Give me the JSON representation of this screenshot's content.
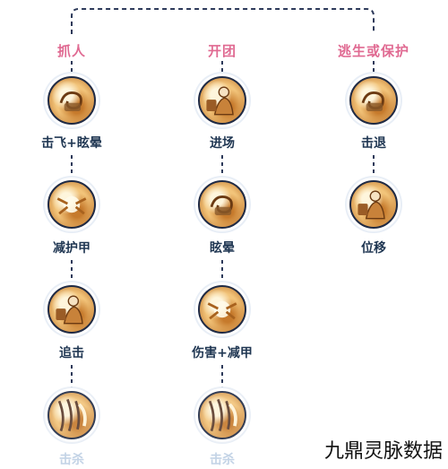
{
  "columns": [
    {
      "header": "抓人",
      "nodes": [
        {
          "label": "击飞+眩晕",
          "icon": "swirl-fist-skill-icon",
          "faded": false
        },
        {
          "label": "减护甲",
          "icon": "bright-palm-skill-icon",
          "faded": false
        },
        {
          "label": "追击",
          "icon": "monk-strike-skill-icon",
          "faded": false
        },
        {
          "label": "击杀",
          "icon": "claw-slash-skill-icon",
          "faded": true
        }
      ]
    },
    {
      "header": "开团",
      "nodes": [
        {
          "label": "进场",
          "icon": "monk-leap-skill-icon",
          "faded": false
        },
        {
          "label": "眩晕",
          "icon": "swirl-fist-skill-icon",
          "faded": false
        },
        {
          "label": "伤害+减甲",
          "icon": "bright-palm-skill-icon",
          "faded": false
        },
        {
          "label": "击杀",
          "icon": "claw-slash-skill-icon",
          "faded": true
        }
      ]
    },
    {
      "header": "逃生或保护",
      "nodes": [
        {
          "label": "击退",
          "icon": "swirl-fist-skill-icon",
          "faded": false
        },
        {
          "label": "位移",
          "icon": "monk-strike-skill-icon",
          "faded": false
        }
      ]
    }
  ],
  "watermark": "九鼎灵脉数据",
  "colors": {
    "header": "#e06a92",
    "label": "#1f3652",
    "label_faded": "#c3d3e6",
    "connector": "#2d3a5a",
    "icon_border": "#1f2a44"
  }
}
